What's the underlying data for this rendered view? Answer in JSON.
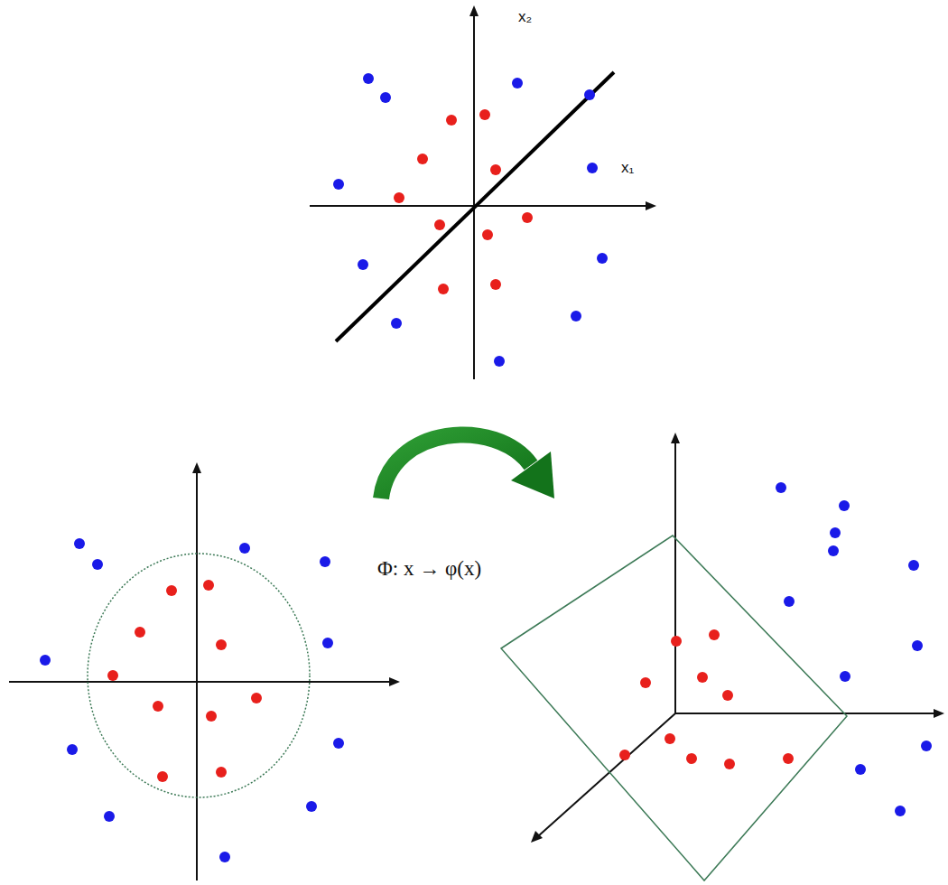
{
  "diagram": {
    "labels": [
      "x₂",
      "x₁",
      "Φ: x → φ(x)"
    ]
  }
}
